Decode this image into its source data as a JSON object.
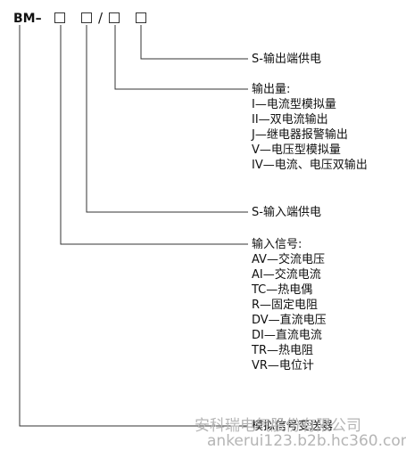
{
  "code": {
    "prefix": "BM–",
    "separator": "/"
  },
  "s_output_supply": "S-输出端供电",
  "output": {
    "heading": "输出量:",
    "items": [
      "I—电流型模拟量",
      "II—双电流输出",
      "J—继电器报警输出",
      "V—电压型模拟量",
      "IV—电流、电压双输出"
    ]
  },
  "s_input_supply": "S-输入端供电",
  "input": {
    "heading": "输入信号:",
    "items": [
      "AV—交流电压",
      "AI—交流电流",
      "TC—热电偶",
      "R—固定电阻",
      "DV—直流电压",
      "DI—直流电流",
      "TR—热电阻",
      "VR—电位计"
    ]
  },
  "product_name": "模拟信号变送器",
  "watermark": {
    "company": "安科瑞电气股份有限公司",
    "url": "ankerui123.b2b.hc360.com"
  }
}
